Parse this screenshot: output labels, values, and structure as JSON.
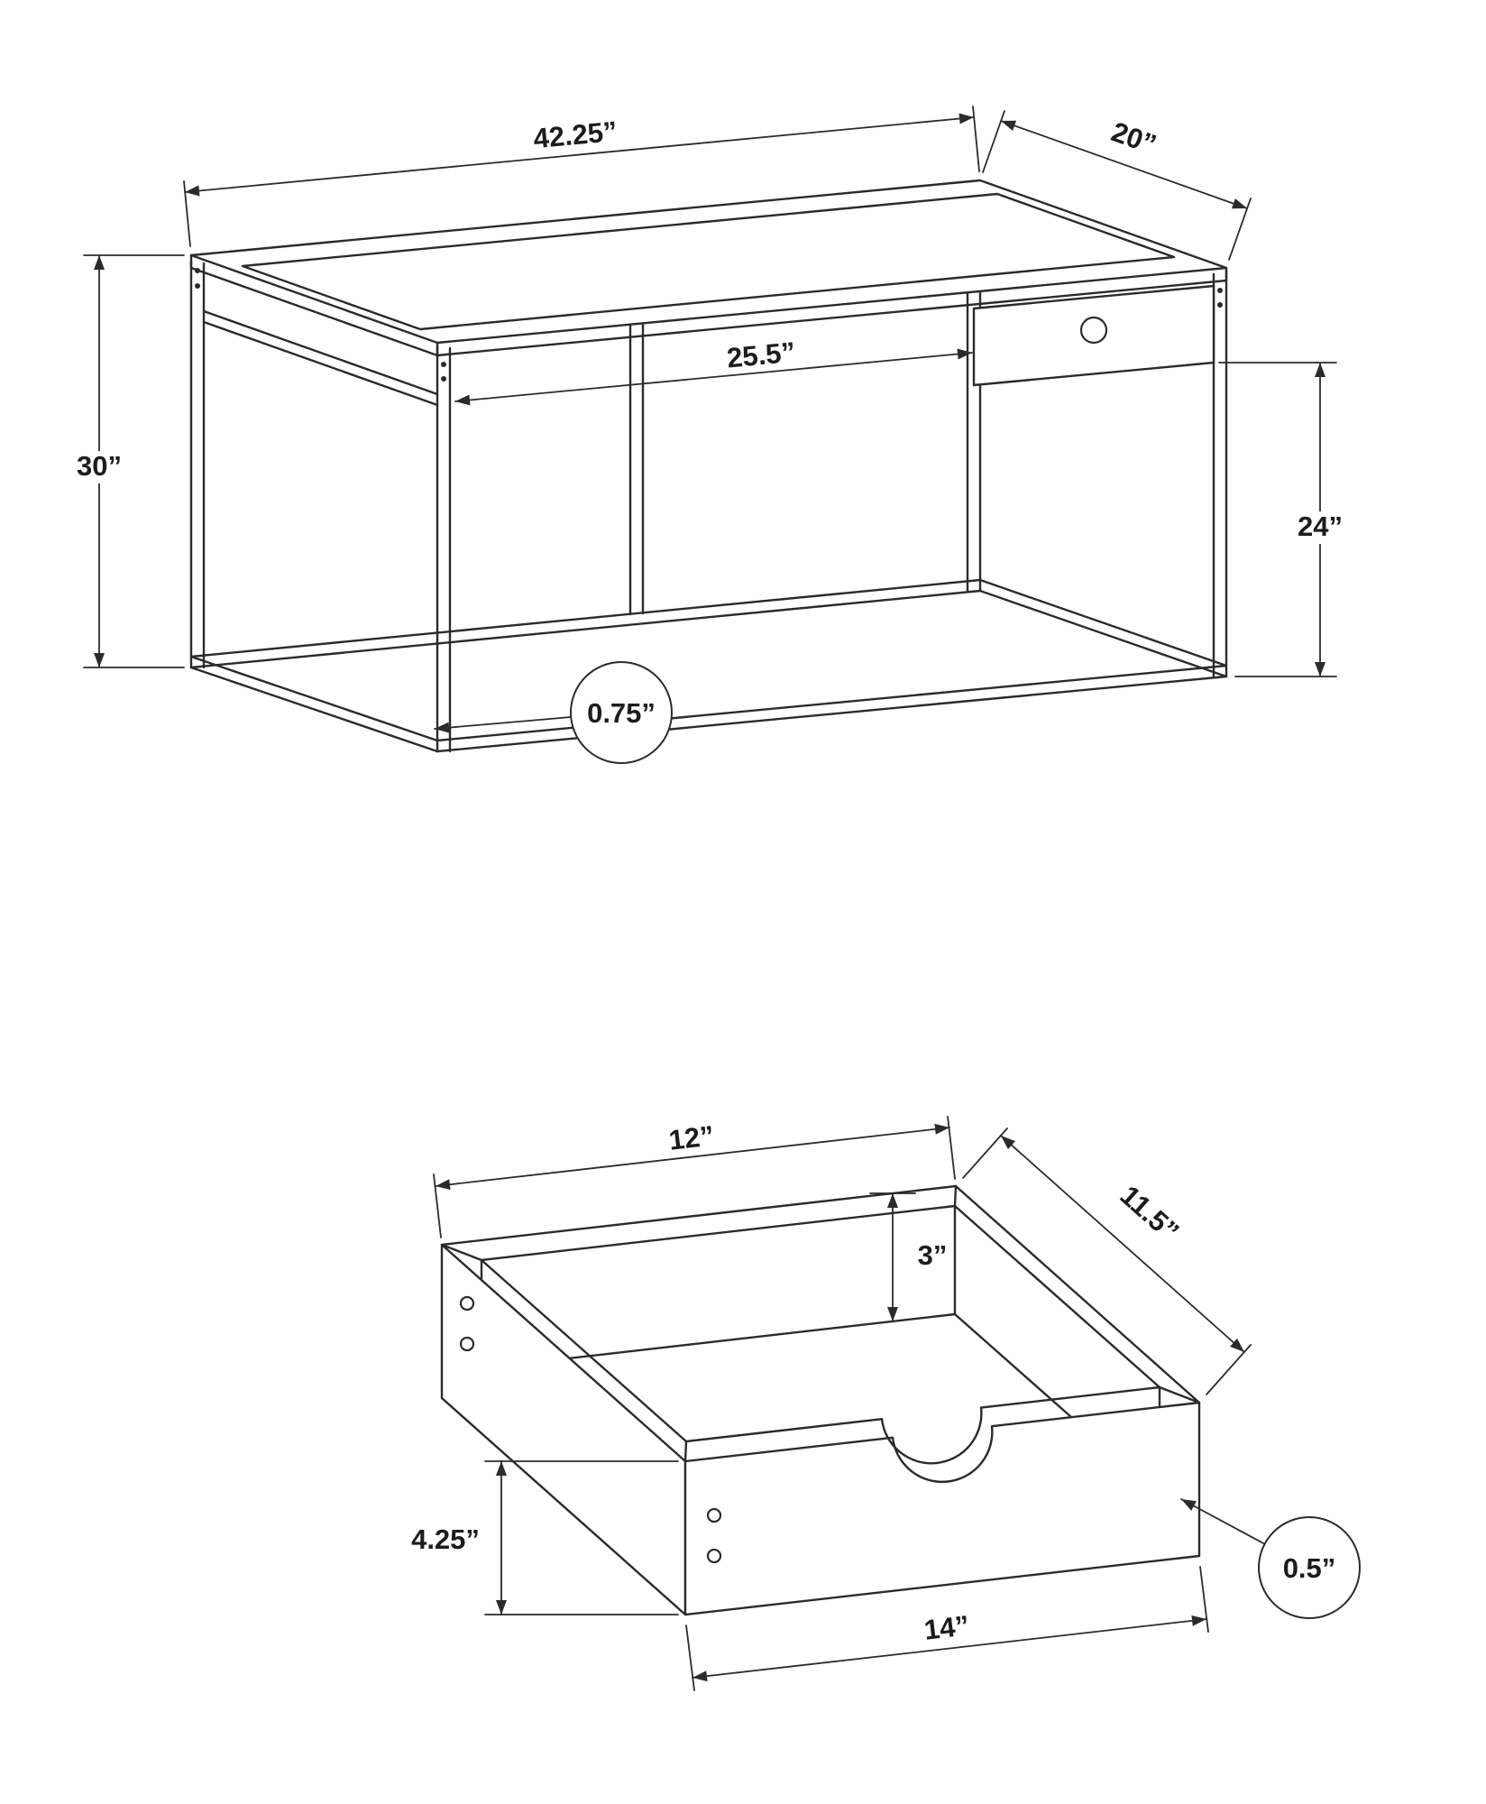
{
  "colors": {
    "line": "#2b2b2b",
    "text": "#1c1c1c",
    "background": "#ffffff"
  },
  "desk": {
    "width": "42.25”",
    "depth": "20”",
    "height": "30”",
    "kneehole_width": "25.5”",
    "side_clearance_height": "24”",
    "frame_tube_thickness": "0.75”"
  },
  "drawer": {
    "inner_width": "12”",
    "back_height": "3”",
    "depth": "11.5”",
    "front_height": "4.25”",
    "panel_thickness": "0.5”",
    "front_width": "14”"
  }
}
